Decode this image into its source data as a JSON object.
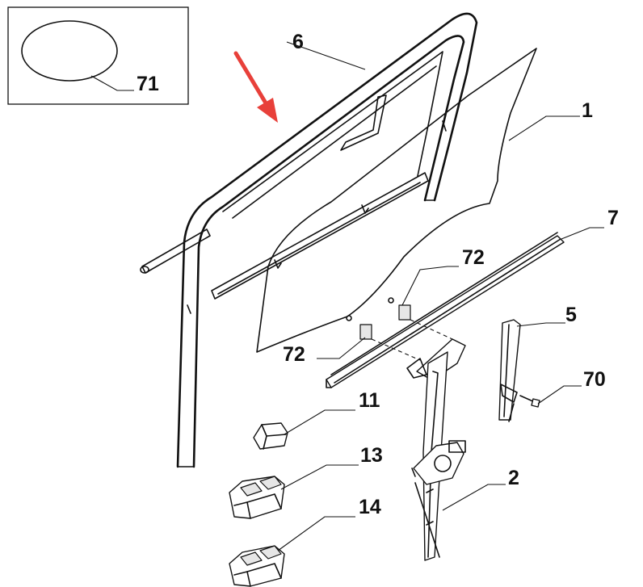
{
  "diagram": {
    "callouts": [
      {
        "id": "71",
        "label": "71"
      },
      {
        "id": "6",
        "label": "6"
      },
      {
        "id": "1",
        "label": "1"
      },
      {
        "id": "7",
        "label": "7"
      },
      {
        "id": "72a",
        "label": "72"
      },
      {
        "id": "72b",
        "label": "72"
      },
      {
        "id": "5",
        "label": "5"
      },
      {
        "id": "70",
        "label": "70"
      },
      {
        "id": "11",
        "label": "11"
      },
      {
        "id": "13",
        "label": "13"
      },
      {
        "id": "14",
        "label": "14"
      },
      {
        "id": "2",
        "label": "2"
      }
    ],
    "colors": {
      "line": "#111111",
      "arrow": "#e8403a",
      "background": "#ffffff"
    }
  }
}
